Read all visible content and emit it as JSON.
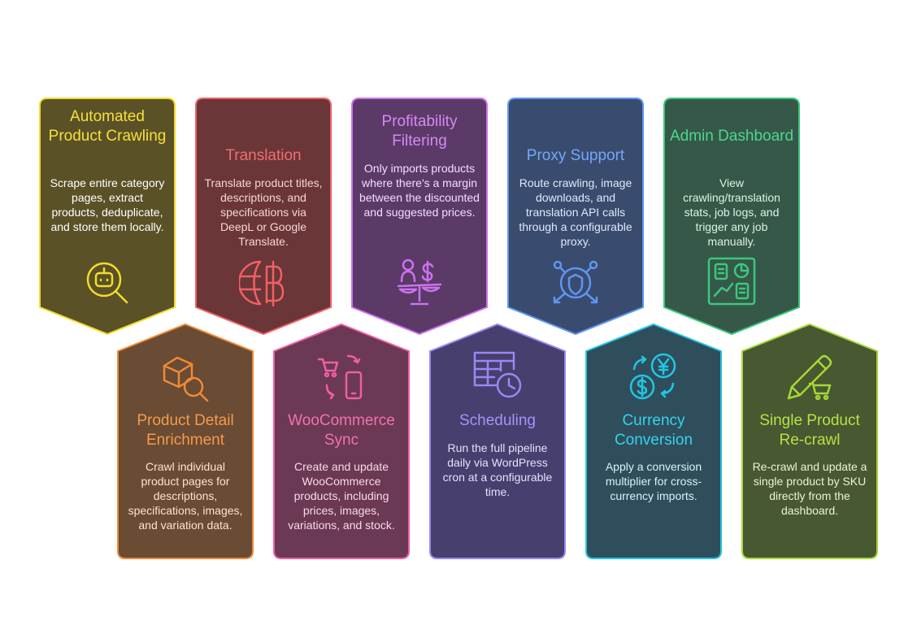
{
  "cards": [
    {
      "id": "automated-product-crawling",
      "title": "Automated Product Crawling",
      "description": "Scrape entire category pages, extract products, deduplicate, and store them locally.",
      "icon": "robot-search-icon",
      "fill": "#5b5127",
      "stroke": "#f2dc2a",
      "title_color": "#f5e03a",
      "text_color": "#ffffff"
    },
    {
      "id": "translation",
      "title": "Translation",
      "description": "Translate product titles, descriptions, and specifications via DeepL or Google Translate.",
      "icon": "globe-baht-icon",
      "fill": "#6a3638",
      "stroke": "#f06065",
      "title_color": "#f26d70",
      "text_color": "#f4d6d4"
    },
    {
      "id": "profitability-filtering",
      "title": "Profitability Filtering",
      "description": "Only imports products where there's a margin between the discounted and suggested prices.",
      "icon": "scale-dollar-icon",
      "fill": "#5b3a68",
      "stroke": "#cc72ee",
      "title_color": "#d788f2",
      "text_color": "#f1defa"
    },
    {
      "id": "proxy-support",
      "title": "Proxy Support",
      "description": "Route crawling, image downloads, and translation API calls through a configurable proxy.",
      "icon": "shield-network-icon",
      "fill": "#394c6e",
      "stroke": "#5f95f2",
      "title_color": "#74a7fb",
      "text_color": "#dfe9fb"
    },
    {
      "id": "admin-dashboard",
      "title": "Admin Dashboard",
      "description": "View crawling/translation stats, job logs, and trigger any job manually.",
      "icon": "dashboard-icon",
      "fill": "#365848",
      "stroke": "#3ac87e",
      "title_color": "#4bd88f",
      "text_color": "#daf4e6"
    },
    {
      "id": "product-detail-enrichment",
      "title": "Product Detail Enrichment",
      "description": "Crawl individual product pages for descriptions, specifications, images, and variation data.",
      "icon": "box-search-icon",
      "fill": "#6a4b34",
      "stroke": "#f08a35",
      "title_color": "#f59a4b",
      "text_color": "#f8e5d4"
    },
    {
      "id": "woocommerce-sync",
      "title": "WooCommerce Sync",
      "description": "Create and update WooCommerce products, including prices, images, variations, and stock.",
      "icon": "cart-sync-icon",
      "fill": "#6b3954",
      "stroke": "#ee5fa4",
      "title_color": "#f370b0",
      "text_color": "#f8d9e8"
    },
    {
      "id": "scheduling",
      "title": "Scheduling",
      "description": "Run the full pipeline daily via WordPress cron at a configurable time.",
      "icon": "calendar-clock-icon",
      "fill": "#473f6e",
      "stroke": "#9c86f2",
      "title_color": "#a792f7",
      "text_color": "#e6e1fb"
    },
    {
      "id": "currency-conversion",
      "title": "Currency Conversion",
      "description": "Apply a conversion multiplier for cross-currency imports.",
      "icon": "currency-exchange-icon",
      "fill": "#2f4e5c",
      "stroke": "#22c6e5",
      "title_color": "#35d2ef",
      "text_color": "#d4f3fa"
    },
    {
      "id": "single-product-recrawl",
      "title": "Single Product Re-crawl",
      "description": "Re-crawl and update a single product by SKU directly from the dashboard.",
      "icon": "pencil-cart-icon",
      "fill": "#485831",
      "stroke": "#a6d834",
      "title_color": "#b4e244",
      "text_color": "#eaf5d2"
    }
  ]
}
